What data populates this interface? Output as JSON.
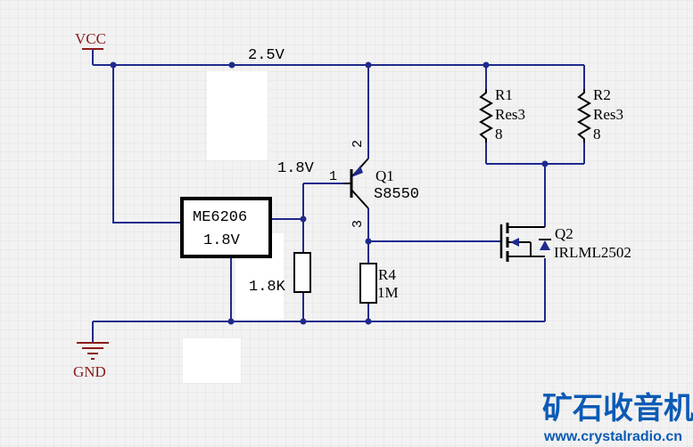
{
  "colors": {
    "background": "#f2f2f2",
    "grid": "#e2e2e2",
    "wire": "#1e2a8c",
    "component": "#8b1a1a",
    "body": "#000000",
    "text": "#000000",
    "power_label": "#8b1a1a",
    "watermark": "#0b5bb5"
  },
  "power": {
    "vcc": "VCC",
    "rail_voltage": "2.5V",
    "gnd": "GND",
    "gnd_icon": "ground-icon"
  },
  "regulator": {
    "part": "ME6206",
    "output": "1.8V"
  },
  "nodes": {
    "base_voltage": "1.8V"
  },
  "components": {
    "q1": {
      "designator": "Q1",
      "part": "S8550",
      "pin_base": "1",
      "pin_emitter": "2",
      "pin_collector": "3"
    },
    "q2": {
      "designator": "Q2",
      "part": "IRLML2502"
    },
    "r1": {
      "designator": "R1",
      "part": "Res3",
      "value": "8"
    },
    "r2": {
      "designator": "R2",
      "part": "Res3",
      "value": "8"
    },
    "r4": {
      "designator": "R4",
      "value": "1M"
    },
    "rbias": {
      "value": "1.8K"
    }
  },
  "watermark": {
    "title": "矿石收音机",
    "url": "www.crystalradio.cn"
  }
}
